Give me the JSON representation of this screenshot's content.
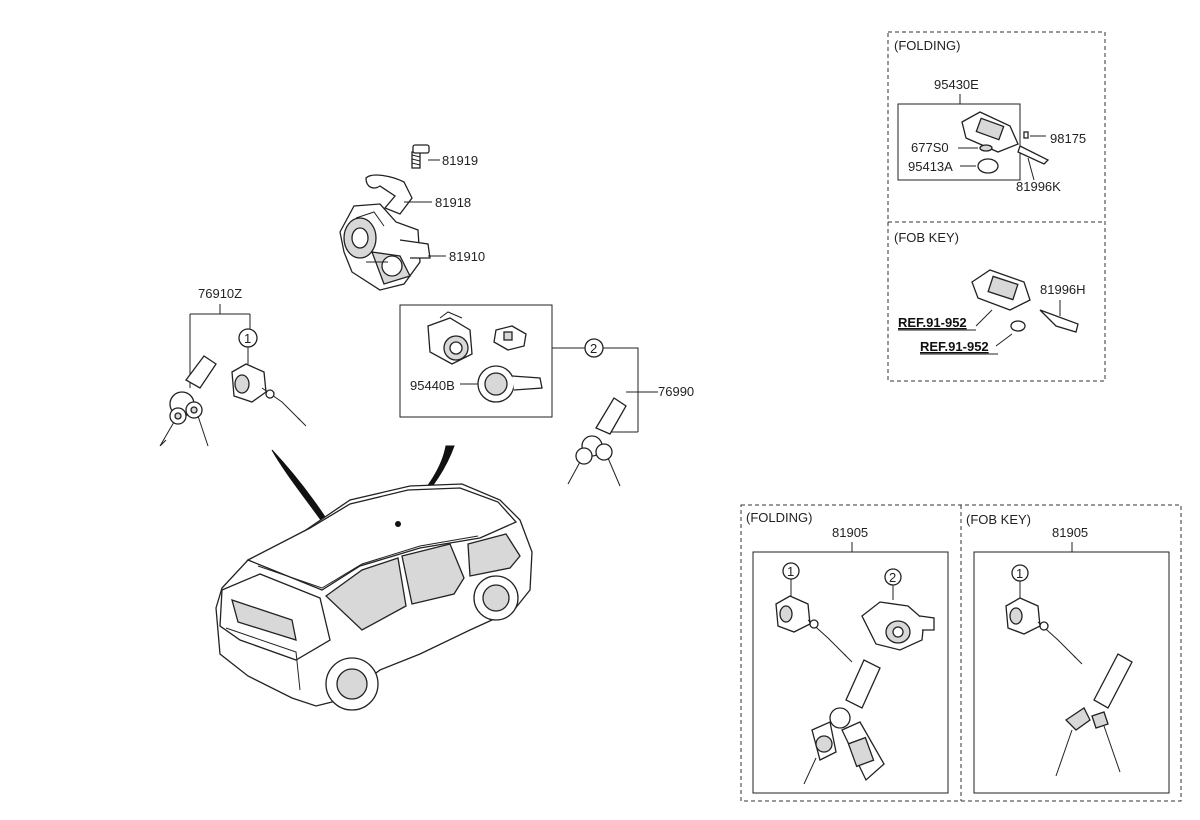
{
  "parts": {
    "p81919": "81919",
    "p81918": "81918",
    "p81910": "81910",
    "p76910Z": "76910Z",
    "p95440B": "95440B",
    "p76990": "76990",
    "p95430E": "95430E",
    "p677S0": "677S0",
    "p95413A": "95413A",
    "p98175": "98175",
    "p81996K": "81996K",
    "p81996H": "81996H",
    "p81905a": "81905",
    "p81905b": "81905"
  },
  "refs": {
    "ref1": "REF.91-952",
    "ref2": "REF.91-952"
  },
  "sections": {
    "folding_top": "(FOLDING)",
    "fob_top": "(FOB KEY)",
    "folding_bottom": "(FOLDING)",
    "fob_bottom": "(FOB KEY)"
  },
  "callouts": {
    "c1": "1",
    "c2": "2",
    "c3": "1",
    "c4": "2",
    "c5": "1"
  }
}
